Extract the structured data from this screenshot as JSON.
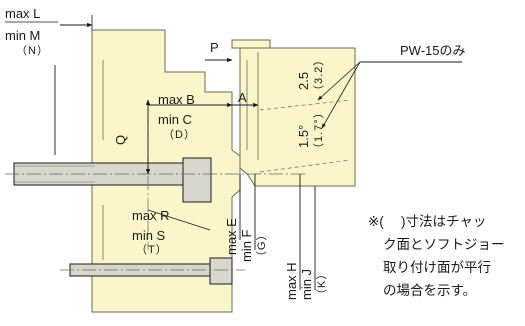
{
  "colors": {
    "part_fill": "#fbf6c9",
    "part_edge": "#6b6b55",
    "jaw_fill": "#fbf6c9",
    "bolt_fill": "#d9d6cc",
    "line": "#1a1a1a",
    "centerline": "#666666"
  },
  "labels": {
    "max_l": "max L",
    "min_m": "min M",
    "n_paren": "（N）",
    "p": "P",
    "a": "A",
    "max_b": "max B",
    "min_c": "min C",
    "d_paren": "（D）",
    "q": "Q",
    "max_r": "max R",
    "min_s": "min S",
    "t_paren": "（T）",
    "max_e": "max E",
    "min_f": "min F",
    "g_paren": "（G）",
    "max_h": "max H",
    "min_j": "min J",
    "k_paren": "（K）",
    "pw15": "PW-15のみ",
    "dim_25": "2.5",
    "dim_32": "（3.2）",
    "dim_15": "1.5°",
    "dim_17": "（1.7°）"
  },
  "note": {
    "line1": "※(　  )寸法はチャッ",
    "line2": "ク面とソフトジョー",
    "line3": "取り付け面が平行",
    "line4": "の場合を示す。"
  }
}
